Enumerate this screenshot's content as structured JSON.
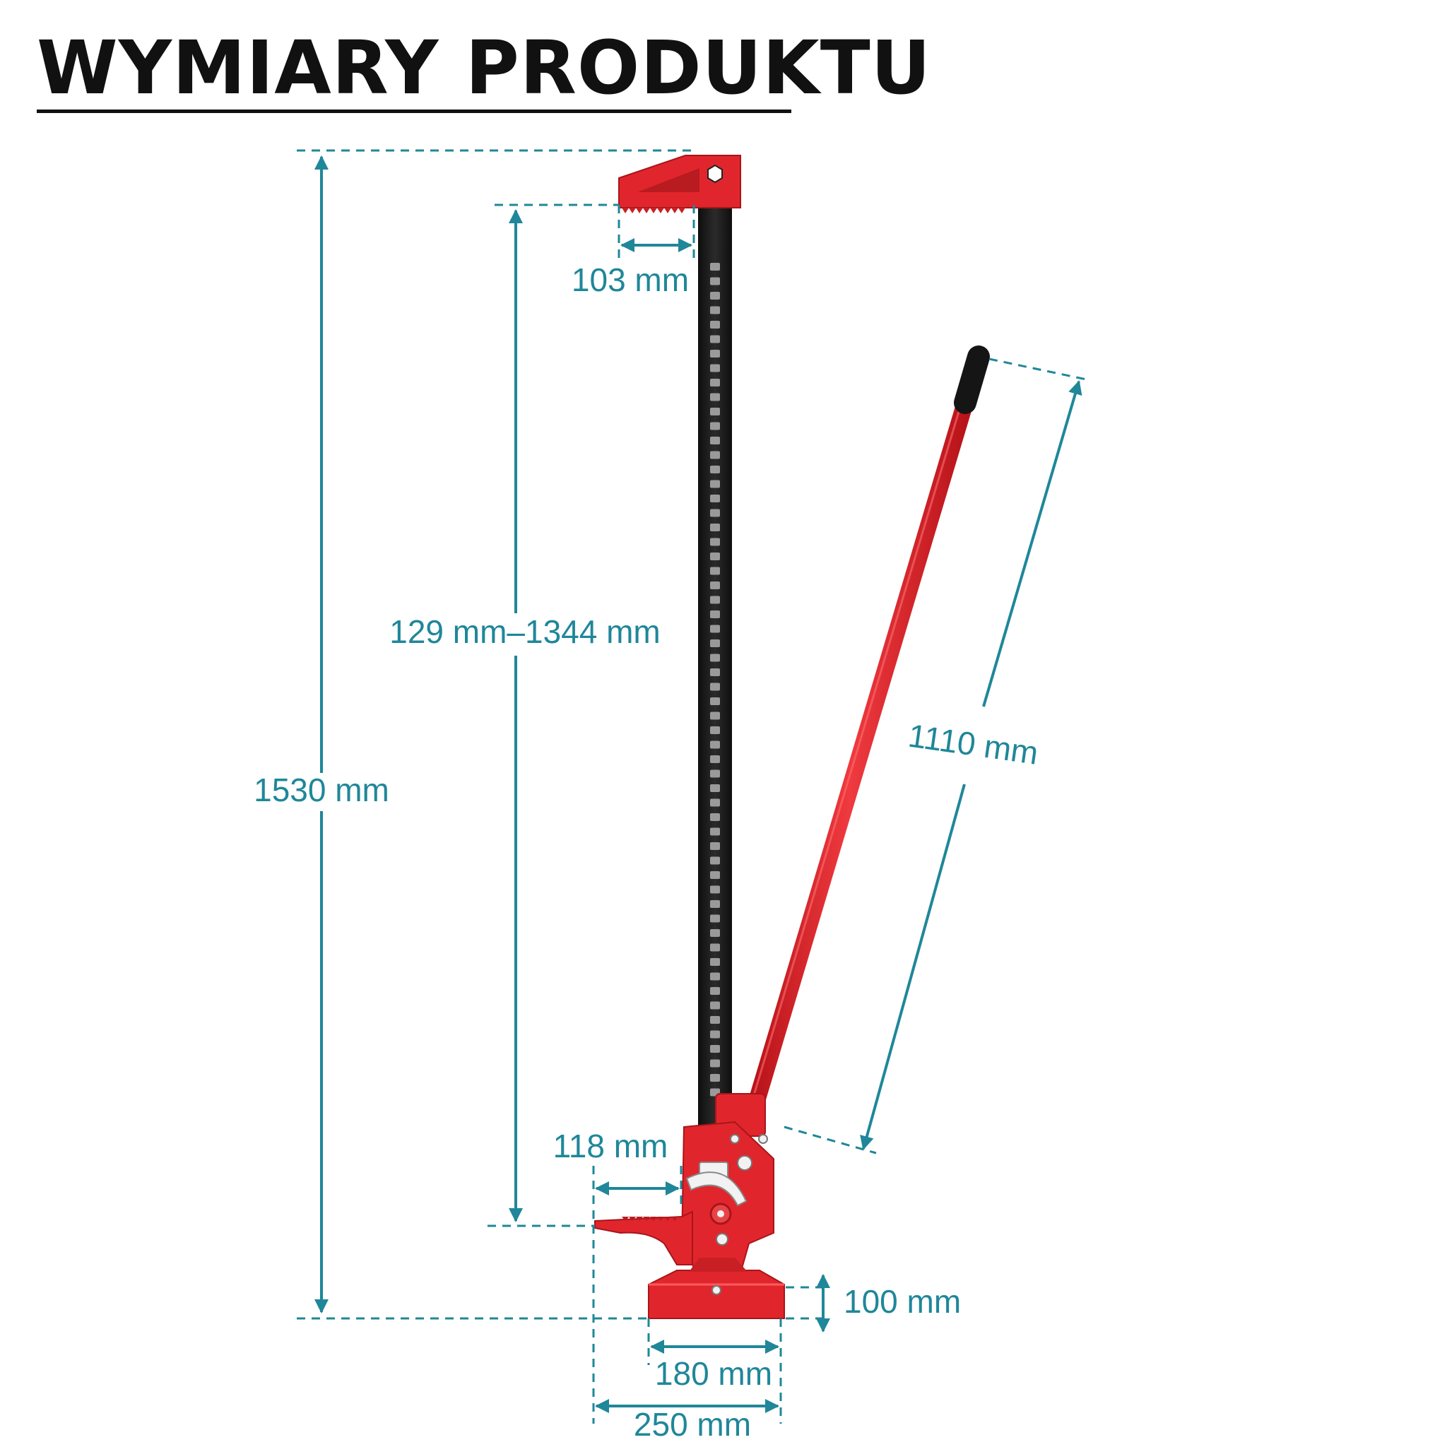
{
  "title": "WYMIARY PRODUKTU",
  "colors": {
    "dimension": "#1f8799",
    "jack_red": "#e0262c",
    "rack_black": "#1b1b1b",
    "title": "#111111"
  },
  "dimensions": {
    "total_height": "1530 mm",
    "lift_range": "129 mm–1344 mm",
    "top_nose_depth": "103 mm",
    "handle_length": "1110 mm",
    "bottom_nose_depth": "118 mm",
    "base_height": "100 mm",
    "base_width": "180 mm",
    "total_width": "250 mm"
  }
}
